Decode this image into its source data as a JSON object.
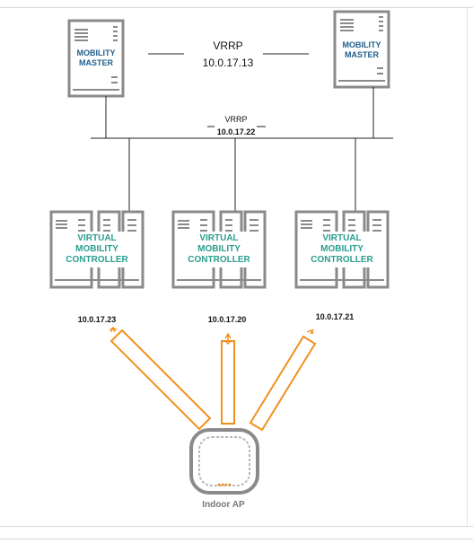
{
  "vrrp_top": {
    "label": "VRRP",
    "ip": "10.0.17.13"
  },
  "vrrp_bus": {
    "label": "VRRP",
    "ip": "10.0.17.22"
  },
  "mobility_masters": [
    {
      "line1": "MOBILITY",
      "line2": "MASTER"
    },
    {
      "line1": "MOBILITY",
      "line2": "MASTER"
    }
  ],
  "controllers": [
    {
      "line1": "VIRTUAL",
      "line2": "MOBILITY",
      "line3": "CONTROLLER",
      "ip": "10.0.17.23"
    },
    {
      "line1": "VIRTUAL",
      "line2": "MOBILITY",
      "line3": "CONTROLLER",
      "ip": "10.0.17.20"
    },
    {
      "line1": "VIRTUAL",
      "line2": "MOBILITY",
      "line3": "CONTROLLER",
      "ip": "10.0.17.21"
    }
  ],
  "access_point": {
    "label": "Indoor AP"
  },
  "colors": {
    "device_outline": "#8a8a8a",
    "master_text": "#1f5f8b",
    "controller_text": "#2a9d8f",
    "tunnel": "#f0901e",
    "line": "#222222"
  }
}
